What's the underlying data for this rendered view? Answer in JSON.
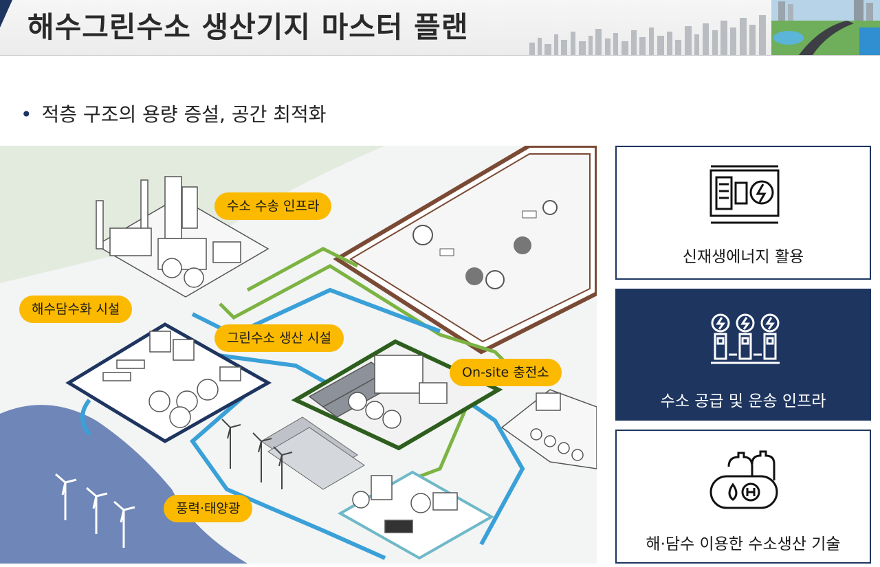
{
  "header": {
    "title": "해수그린수소 생산기지 마스터 플랜"
  },
  "bullet": {
    "text": "적층 구조의 용량 증설, 공간 최적화"
  },
  "diagram": {
    "labels": {
      "transport": "수소 수송 인프라",
      "desalination": "해수담수화 시설",
      "production": "그린수소 생산 시설",
      "onsite": "On-site 충전소",
      "renewable": "풍력·태양광"
    }
  },
  "cards": [
    {
      "text": "신재생에너지 활용",
      "icon": "generator-icon",
      "style": "light"
    },
    {
      "text": "수소 공급 및 운송 인프라",
      "icon": "hydrogen-station-icon",
      "style": "dark"
    },
    {
      "text": "해·담수 이용한 수소생산 기술",
      "icon": "hydrogen-tank-icon",
      "style": "light"
    }
  ],
  "colors": {
    "navy": "#1e3560",
    "label_yellow": "#fbb900",
    "pipe_blue": "#3aa0d8",
    "pipe_green": "#7cb342",
    "road_brown": "#7a4a35",
    "sea": "#6e86b8",
    "land": "#f3f4f4"
  }
}
